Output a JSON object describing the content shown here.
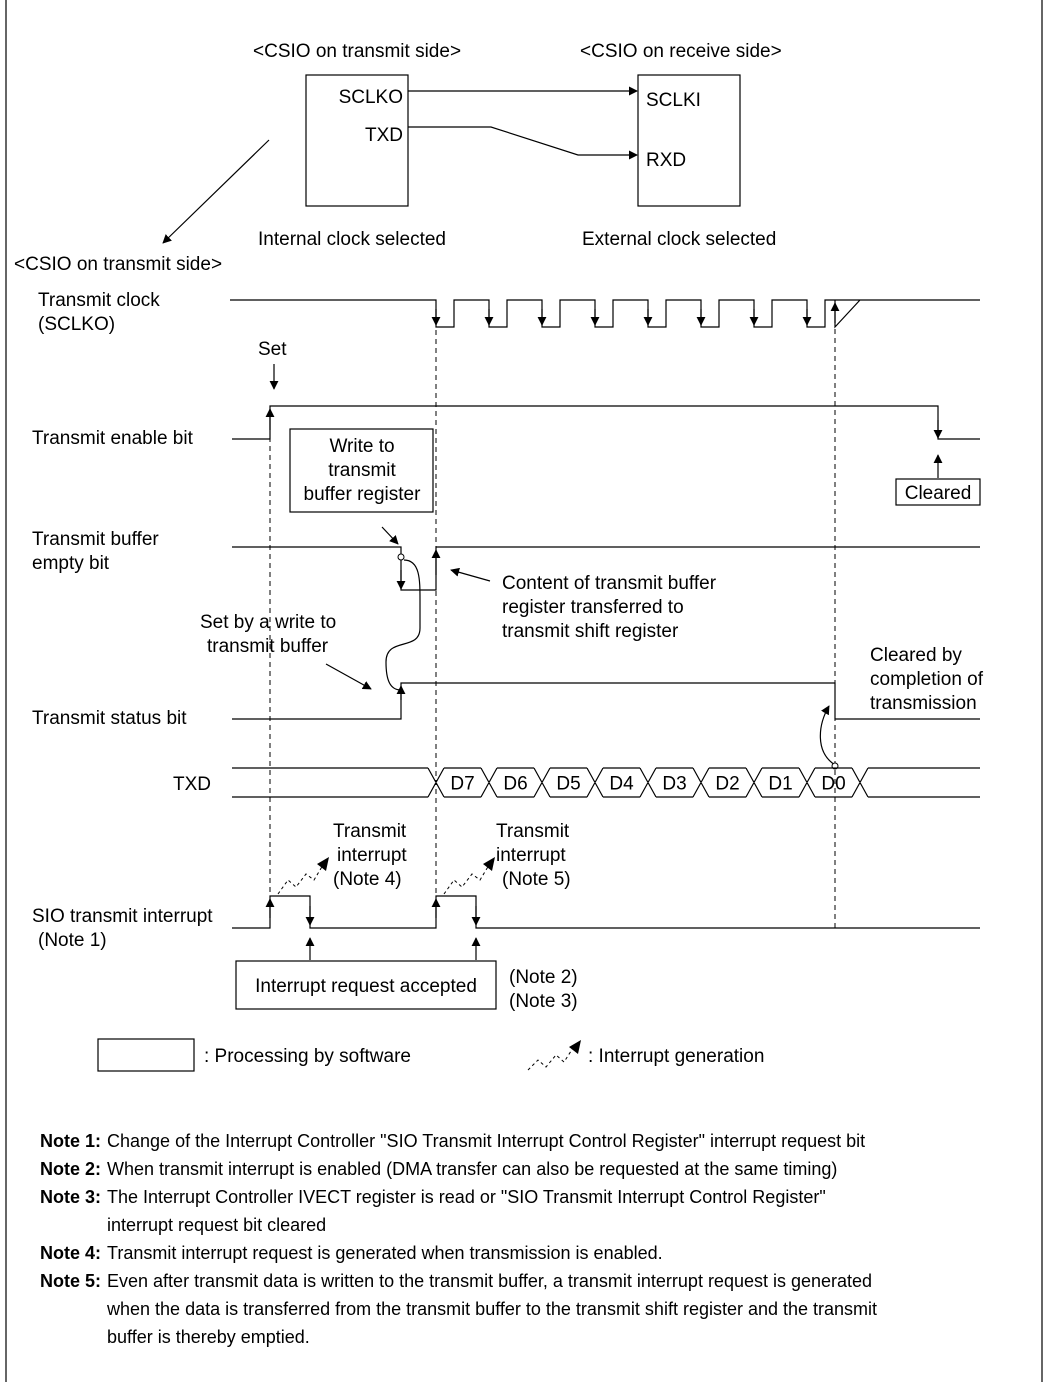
{
  "block_diagram": {
    "tx_title": "<CSIO on  transmit side>",
    "rx_title": "<CSIO on receive side>",
    "tx_pins": [
      "SCLKO",
      "TXD"
    ],
    "rx_pins": [
      "SCLKI",
      "RXD"
    ],
    "tx_caption": "Internal clock selected",
    "rx_caption": "External clock selected"
  },
  "timing": {
    "section_title": "<CSIO on  transmit side>",
    "signals": {
      "transmit_clock": [
        "Transmit clock",
        "(SCLKO)"
      ],
      "transmit_enable": "Transmit enable bit",
      "buffer_empty": [
        "Transmit buffer",
        "empty bit"
      ],
      "status_bit": "Transmit status bit",
      "txd": "TXD",
      "sio_interrupt": [
        "SIO transmit interrupt",
        "(Note 1)"
      ]
    },
    "data_bits": [
      "D7",
      "D6",
      "D5",
      "D4",
      "D3",
      "D2",
      "D1",
      "D0"
    ],
    "annotations": {
      "set": "Set",
      "write_buffer": [
        "Write to",
        "transmit",
        "buffer register"
      ],
      "cleared": "Cleared",
      "content_transfer": [
        "Content of transmit buffer",
        "register transferred to",
        "transmit shift register"
      ],
      "set_by_write": [
        "Set by a write to",
        "transmit buffer"
      ],
      "cleared_by": [
        "Cleared by",
        "completion of",
        "transmission"
      ],
      "tx_int_4": [
        "Transmit",
        "interrupt",
        "(Note 4)"
      ],
      "tx_int_5": [
        "Transmit",
        "interrupt",
        "(Note 5)"
      ],
      "int_accepted": "Interrupt request accepted",
      "note_refs": [
        "(Note 2)",
        "(Note 3)"
      ]
    },
    "legend": {
      "software": ": Processing by software",
      "interrupt": ": Interrupt generation"
    }
  },
  "notes": [
    {
      "label": "Note 1:",
      "lines": [
        "Change of the Interrupt Controller \"SIO Transmit Interrupt Control Register\" interrupt request bit"
      ]
    },
    {
      "label": "Note 2:",
      "lines": [
        "When transmit interrupt is enabled (DMA transfer can also be requested at the same timing)"
      ]
    },
    {
      "label": "Note 3:",
      "lines": [
        "The Interrupt Controller IVECT register is read or \"SIO Transmit Interrupt Control Register\"",
        "interrupt request bit cleared"
      ]
    },
    {
      "label": "Note 4:",
      "lines": [
        "Transmit interrupt request is generated when transmission is enabled."
      ]
    },
    {
      "label": "Note 5:",
      "lines": [
        "Even after transmit data is written to the transmit buffer, a transmit interrupt request is generated",
        "when the data is transferred from the transmit buffer to the transmit shift register and the transmit",
        "buffer is thereby emptied."
      ]
    }
  ]
}
